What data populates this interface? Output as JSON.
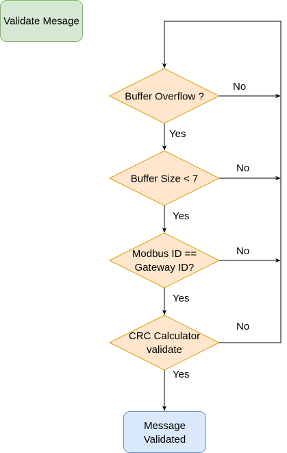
{
  "colors": {
    "start_fill": "#d5e8d4",
    "start_stroke": "#82b366",
    "decision_fill": "#ffe6cc",
    "decision_stroke": "#d79b00",
    "end_fill": "#dae8fc",
    "end_stroke": "#6c8ebf",
    "edge": "#000000"
  },
  "start": {
    "label": "Validate Mesage"
  },
  "decisions": [
    {
      "lines": [
        "Buffer Overflow ?"
      ],
      "yes_label": "Yes",
      "no_label": "No"
    },
    {
      "lines": [
        "Buffer Size < 7"
      ],
      "yes_label": "Yes",
      "no_label": "No"
    },
    {
      "lines": [
        "Modbus ID ==",
        "Gateway ID?"
      ],
      "yes_label": "Yes",
      "no_label": "No"
    },
    {
      "lines": [
        "CRC Calculator",
        "validate"
      ],
      "yes_label": "Yes",
      "no_label": "No"
    }
  ],
  "end": {
    "lines": [
      "Message",
      "Validated"
    ]
  }
}
